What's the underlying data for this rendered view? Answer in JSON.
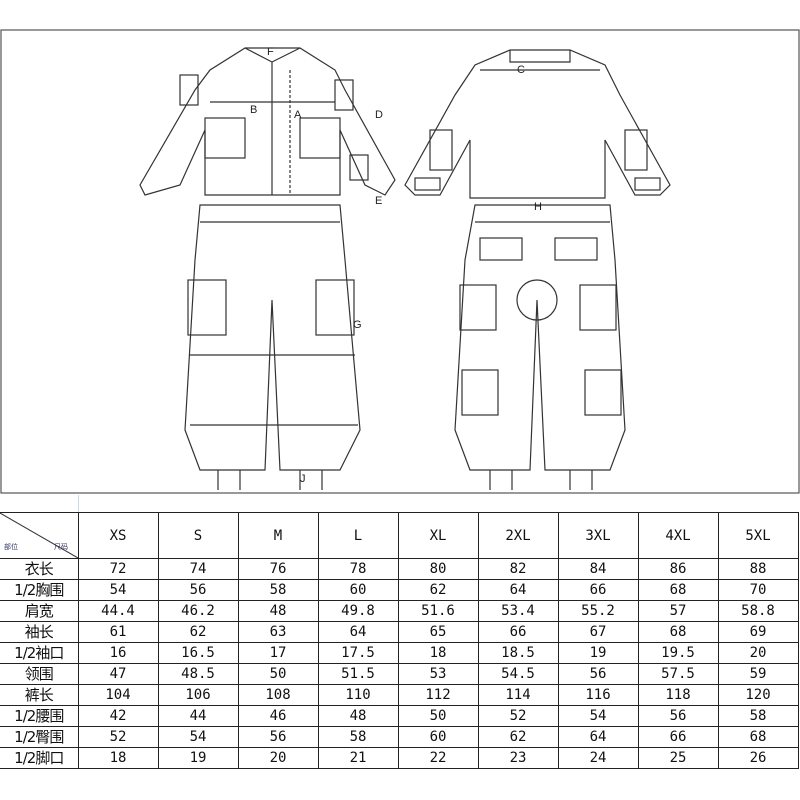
{
  "drawing": {
    "labels": {
      "A": "A",
      "B": "B",
      "C": "C",
      "D": "D",
      "E": "E",
      "F": "F",
      "G": "G",
      "H": "H",
      "J": "J"
    }
  },
  "table": {
    "corner_left": "部位",
    "corner_right": "尺码",
    "sizes": [
      "XS",
      "S",
      "M",
      "L",
      "XL",
      "2XL",
      "3XL",
      "4XL",
      "5XL"
    ],
    "rows": [
      {
        "label": "衣长",
        "values": [
          "72",
          "74",
          "76",
          "78",
          "80",
          "82",
          "84",
          "86",
          "88"
        ]
      },
      {
        "label": "1/2胸围",
        "values": [
          "54",
          "56",
          "58",
          "60",
          "62",
          "64",
          "66",
          "68",
          "70"
        ]
      },
      {
        "label": "肩宽",
        "values": [
          "44.4",
          "46.2",
          "48",
          "49.8",
          "51.6",
          "53.4",
          "55.2",
          "57",
          "58.8"
        ]
      },
      {
        "label": "袖长",
        "values": [
          "61",
          "62",
          "63",
          "64",
          "65",
          "66",
          "67",
          "68",
          "69"
        ]
      },
      {
        "label": "1/2袖口",
        "values": [
          "16",
          "16.5",
          "17",
          "17.5",
          "18",
          "18.5",
          "19",
          "19.5",
          "20"
        ]
      },
      {
        "label": "领围",
        "values": [
          "47",
          "48.5",
          "50",
          "51.5",
          "53",
          "54.5",
          "56",
          "57.5",
          "59"
        ]
      },
      {
        "label": "裤长",
        "values": [
          "104",
          "106",
          "108",
          "110",
          "112",
          "114",
          "116",
          "118",
          "120"
        ]
      },
      {
        "label": "1/2腰围",
        "values": [
          "42",
          "44",
          "46",
          "48",
          "50",
          "52",
          "54",
          "56",
          "58"
        ]
      },
      {
        "label": "1/2臀围",
        "values": [
          "52",
          "54",
          "56",
          "58",
          "60",
          "62",
          "64",
          "66",
          "68"
        ]
      },
      {
        "label": "1/2脚口",
        "values": [
          "18",
          "19",
          "20",
          "21",
          "22",
          "23",
          "24",
          "25",
          "26"
        ]
      }
    ]
  }
}
